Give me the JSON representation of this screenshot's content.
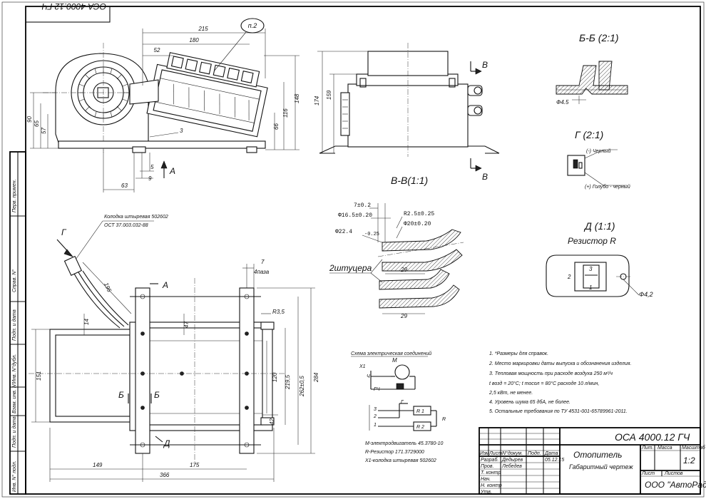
{
  "drawing_number_rotated": "ОСА 4000.12 ГЧ",
  "note_marker": "п.2",
  "dims": {
    "d215": "215",
    "d180": "180",
    "d52": "52",
    "d90": "90",
    "d65": "65",
    "d57": "57",
    "d3": "3",
    "d5": "5",
    "d9": "9",
    "d63": "63",
    "d66": "66",
    "d116": "116",
    "d148": "148",
    "d174": "174",
    "d159": "159",
    "d7": "7",
    "d4paza": "4паза",
    "dR35": "R3,5",
    "d195": "195",
    "d14": "14",
    "d47": "47",
    "d151": "151",
    "d120": "120",
    "d2195": "219,5",
    "d262": "262±0,5",
    "d284": "284",
    "d42": "42",
    "d149": "149",
    "d175": "175",
    "d366": "366"
  },
  "section_letters": {
    "A_top": "A",
    "A_bottom": "A",
    "B_top": "B",
    "B_bottom": "B",
    "G": "Г",
    "D": "Д",
    "B1": "Б",
    "B2": "Б"
  },
  "view_titles": {
    "bb": "Б-Б (2:1)",
    "g": "Г (2:1)",
    "vv": "В-В(1:1)",
    "d": "Д (1:1)",
    "resistor": "Резистор R"
  },
  "bb_dim": "Ф4.5",
  "g_labels": {
    "black": "(-) Черный",
    "blue": "(+) Голубо - черный"
  },
  "vv": {
    "d7": "7±0.2",
    "phi165": "Ф16.5±0.20",
    "r25": "R2.5±0.25",
    "phi224": "Ф22.4",
    "phi224_tol": "-0.25",
    "phi20": "Ф20±0.20",
    "fittings": "2штуцера",
    "l29a": "29",
    "l29b": "29"
  },
  "d_view": {
    "p1": "1",
    "p2": "2",
    "p3": "3",
    "hole": "Ф4,2"
  },
  "connector_note": {
    "line1": "Колодка штыревая 502602",
    "line2": "ОСТ 37.003.032-88"
  },
  "schema": {
    "title": "Схема электрическая соединений",
    "x1": "X1",
    "ch": "Ч",
    "gch": "ГЧ",
    "m": "M",
    "r1": "R 1",
    "r2": "R 2",
    "r": "R",
    "g": "Г",
    "n3": "3",
    "n2": "2",
    "n1": "1",
    "legend": [
      "М-электродвигатель 45.3780-10",
      "R-Резистор 171.3729000",
      "Х1-колодка штыревая 502602"
    ]
  },
  "notes": [
    "1. *Размеры для справок.",
    "2. Место маркировки даты выпуска и обозначения изделия.",
    "3. Тепловая мощность при расходе воздуха 250 м³/ч",
    "t возд = 20°С; t тосол = 80°С  расходе 10 л/мин,",
    "2,5 кВт, не менее.",
    "4. Уровень шума 65 дбА, не более.",
    "5. Остальные требования по ТУ 4531-001-65789961-2011."
  ],
  "sidebar": {
    "perv": "Перв. примен.",
    "sprav": "Справ. N°",
    "podp1": "Подп. и дата",
    "inv_dubl": "Инв. N°дубл.",
    "vzam": "Взам. инв. N°",
    "podp2": "Подп. и дата",
    "inv_podl": "Инв. N° подл."
  },
  "title_block": {
    "code": "ОСА 4000.12  ГЧ",
    "name": "Отопитель",
    "subtitle": "Габаритный чертеж",
    "company": "ООО \"АвтоРад\"",
    "col_izm": "Изм",
    "col_list": "Лист",
    "col_ndoc": "N°докум.",
    "col_podp": "Подп.",
    "col_data": "Дата",
    "razrab": "Разраб.",
    "razrab_name": "Дедырев",
    "date": "05.12.15",
    "prov": "Пров.",
    "prov_name": "Лебедев",
    "tkontr": "Т. контр",
    "nach": "Нач.",
    "nkontr": "Н. контр",
    "utv": "Утв.",
    "lit": "Лит.",
    "massa": "Масса",
    "masshtab": "Масштаб",
    "scale": "1:2",
    "list": "Лист",
    "listov": "Листов"
  }
}
